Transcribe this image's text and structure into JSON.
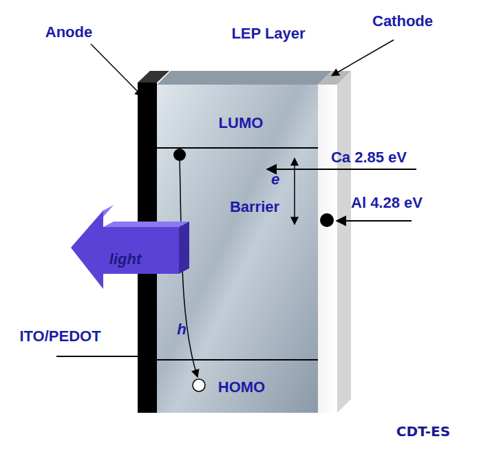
{
  "diagram": {
    "nodes": [
      {
        "text": [
          "light"
        ]
      }
    ],
    "labels": [
      "Anode",
      "LEP Layer",
      "Cathode",
      "LUMO",
      "Ca 2.85 eV",
      "e",
      "Barrier",
      "Al 4.28 eV",
      "ITO/PEDOT",
      "h",
      "HOMO",
      "CDT-ES"
    ]
  }
}
